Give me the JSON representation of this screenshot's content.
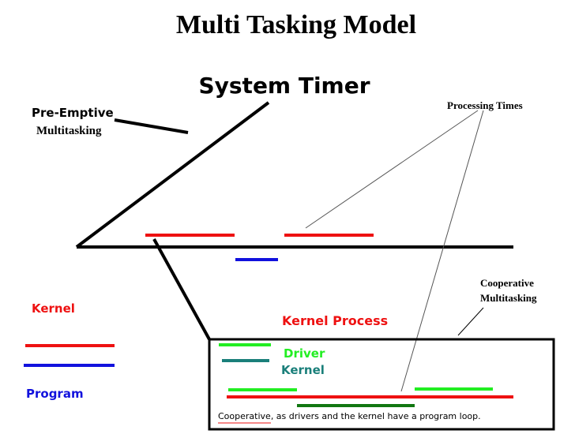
{
  "title": "Multi Tasking Model",
  "system_timer": "System Timer",
  "preemptive": {
    "line1": "Pre-Emptive",
    "line2": "Multitasking"
  },
  "processing_times": "Processing Times",
  "cooperative": {
    "line1": "Cooperative",
    "line2": "Multitasking"
  },
  "legend": {
    "kernel": "Kernel",
    "program": "Program"
  },
  "kernel_process": "Kernel Process",
  "inset": {
    "driver": "Driver",
    "kernel": "Kernel",
    "caption_underlined": "Cooperative",
    "caption_rest": ", as drivers and the kernel have a program loop."
  },
  "colors": {
    "kernel": "#ee1111",
    "program": "#1111dd",
    "driver": "#22ee22",
    "inset_kernel": "#1a7f7a",
    "dark_green": "#117711",
    "black": "#000000"
  }
}
